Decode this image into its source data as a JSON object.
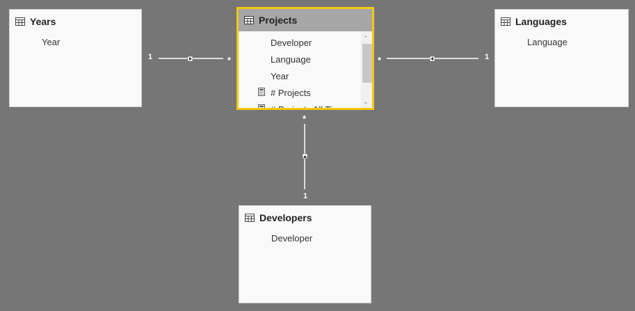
{
  "tables": {
    "years": {
      "title": "Years",
      "fields": [
        "Year"
      ]
    },
    "projects": {
      "title": "Projects",
      "fields": [
        "Developer",
        "Language",
        "Year"
      ],
      "measures": [
        "# Projects",
        "# Projects All Time"
      ]
    },
    "languages": {
      "title": "Languages",
      "fields": [
        "Language"
      ]
    },
    "developers": {
      "title": "Developers",
      "fields": [
        "Developer"
      ]
    }
  },
  "relationships": {
    "years_projects": {
      "from_cardinality": "1",
      "to_cardinality": "*"
    },
    "projects_languages": {
      "from_cardinality": "*",
      "to_cardinality": "1"
    },
    "projects_developers": {
      "from_cardinality": "*",
      "to_cardinality": "1"
    }
  },
  "colors": {
    "canvas": "#767676",
    "selected_border": "#f2c811",
    "selected_header": "#a6a6a6",
    "card": "#f9f9f9",
    "connector": "#ffffff"
  },
  "icons": {
    "table": "table-icon",
    "measure": "calculator-icon",
    "scroll_up": "chevron-up-icon",
    "scroll_down": "chevron-down-icon"
  }
}
